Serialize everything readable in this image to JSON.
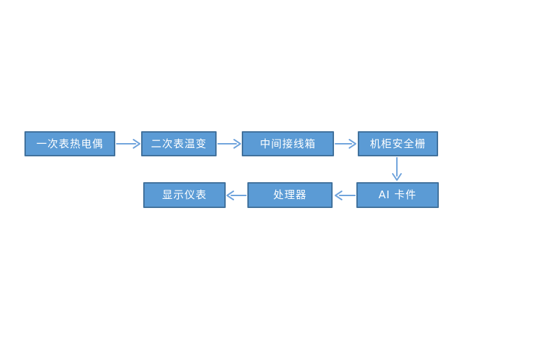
{
  "diagram": {
    "type": "flowchart",
    "colors": {
      "node_fill": "#5b9bd5",
      "node_border": "#41719c",
      "arrow": "#6fa3dc",
      "text": "#ffffff",
      "background": "#ffffff"
    },
    "nodes": [
      {
        "id": "primary-thermocouple",
        "label": "一次表热电偶"
      },
      {
        "id": "secondary-transmitter",
        "label": "二次表温变"
      },
      {
        "id": "intermediate-junction-box",
        "label": "中间接线箱"
      },
      {
        "id": "cabinet-safety-barrier",
        "label": "机柜安全栅"
      },
      {
        "id": "ai-card",
        "label": "AI 卡件"
      },
      {
        "id": "processor",
        "label": "处理器"
      },
      {
        "id": "display-instrument",
        "label": "显示仪表"
      }
    ],
    "edges": [
      {
        "from": "primary-thermocouple",
        "to": "secondary-transmitter",
        "direction": "right"
      },
      {
        "from": "secondary-transmitter",
        "to": "intermediate-junction-box",
        "direction": "right"
      },
      {
        "from": "intermediate-junction-box",
        "to": "cabinet-safety-barrier",
        "direction": "right"
      },
      {
        "from": "cabinet-safety-barrier",
        "to": "ai-card",
        "direction": "down"
      },
      {
        "from": "ai-card",
        "to": "processor",
        "direction": "left"
      },
      {
        "from": "processor",
        "to": "display-instrument",
        "direction": "left"
      }
    ]
  }
}
